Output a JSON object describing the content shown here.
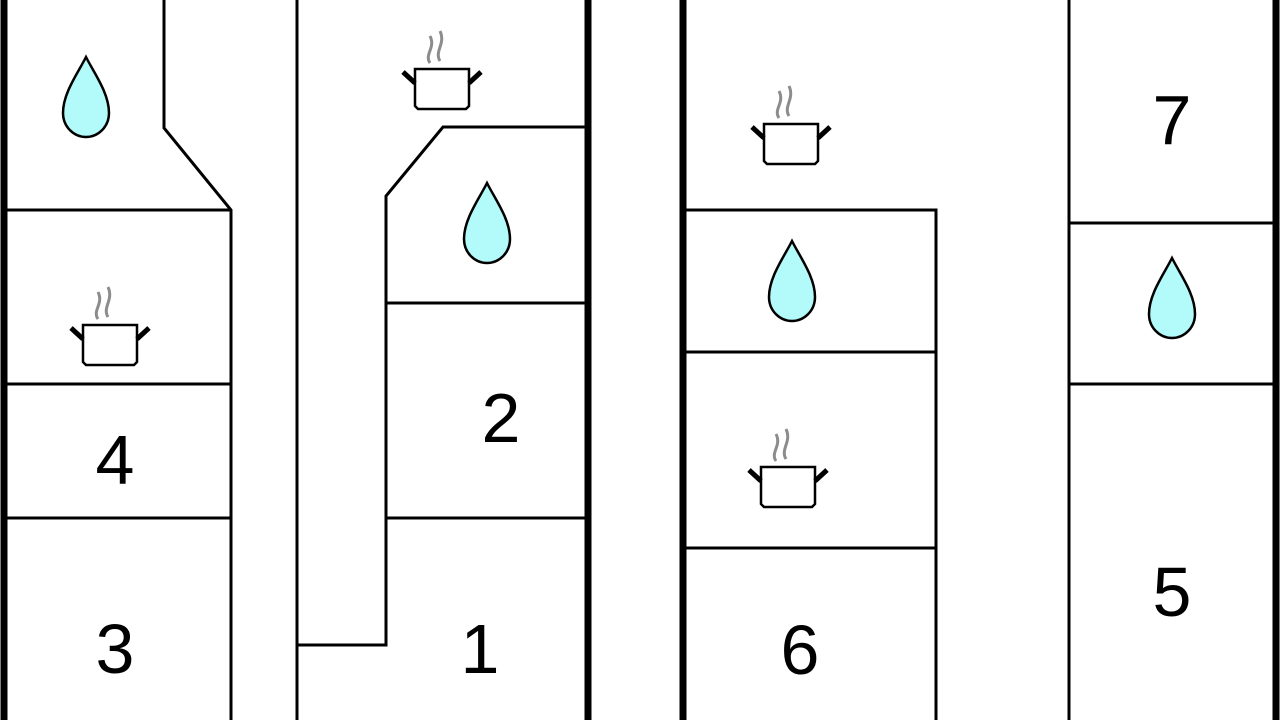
{
  "diagram": {
    "type": "floor-plan",
    "room_labels": [
      "1",
      "2",
      "3",
      "4",
      "5",
      "6",
      "7"
    ],
    "icons": {
      "water": "water-drop-icon",
      "cooking": "steaming-pot-icon"
    },
    "colors": {
      "water_fill": "#b3fbfb",
      "walls": "#000000",
      "steam": "#8c8c8c"
    }
  }
}
